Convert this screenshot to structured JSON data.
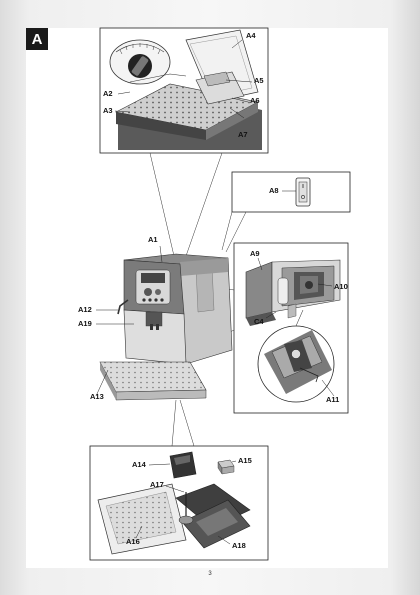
{
  "section": "A",
  "page_number": "3",
  "labels": {
    "A1": "A1",
    "A2": "A2",
    "A3": "A3",
    "A4": "A4",
    "A5": "A5",
    "A6": "A6",
    "A7": "A7",
    "A8": "A8",
    "A9": "A9",
    "A10": "A10",
    "A11": "A11",
    "A12": "A12",
    "A13": "A13",
    "A14": "A14",
    "A15": "A15",
    "A16": "A16",
    "A17": "A17",
    "A18": "A18",
    "A19": "A19",
    "C4": "C4"
  }
}
